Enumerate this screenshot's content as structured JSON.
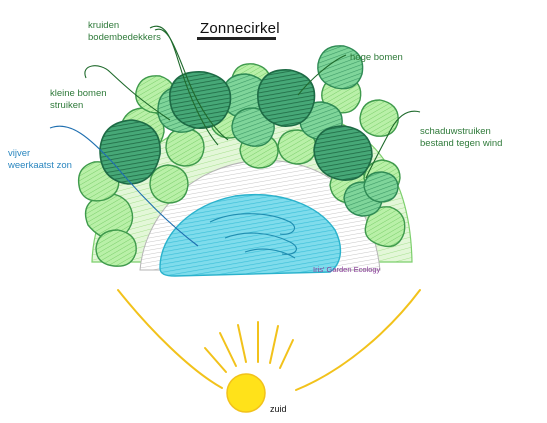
{
  "title": "Zonnecirkel",
  "labels": {
    "herbs": [
      "kruiden",
      "bodembedekkers"
    ],
    "small_trees": [
      "kleine bomen",
      "struiken"
    ],
    "pond": [
      "vijver",
      "weerkaatst zon"
    ],
    "tall_trees": "hoge bomen",
    "shade_shrubs": [
      "schaduwstruiken",
      "bestand tegen wind"
    ],
    "south": "zuid"
  },
  "credit": "Iris' Garden Ecology",
  "colors": {
    "label_green": "#2f7a3a",
    "label_blue": "#2a86bf",
    "sun": "#ffe21a",
    "rays": "#f2c21b",
    "pond": "#5fd0e3",
    "tall_tree": "#3c9a66",
    "shrub": "#8fe07f",
    "credit": "#8a3d9a"
  },
  "icons": [
    "sun-icon",
    "pond",
    "tree-crown"
  ]
}
